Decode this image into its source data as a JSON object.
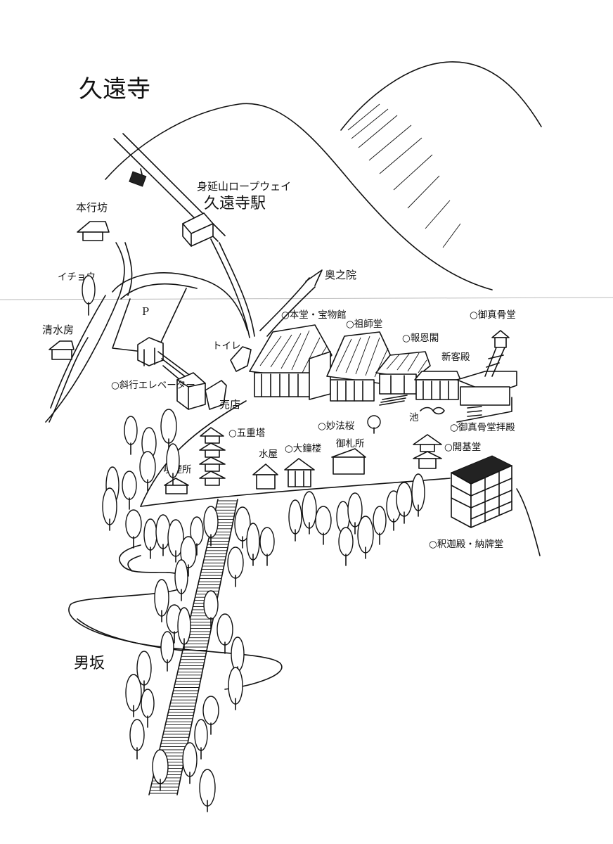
{
  "map": {
    "title": "久遠寺",
    "labels": {
      "ropeway_line1": "身延山ロープウェイ",
      "ropeway_line2": "久遠寺駅",
      "honkyobo": "本行坊",
      "icho": "イチョウ",
      "shimizubo": "清水房",
      "okunoin": "奥之院",
      "parking": "P",
      "toilet": "トイレ",
      "elevator": "○斜行エレベーター",
      "shop": "売店",
      "hondo": "○本堂・宝物館",
      "soshido": "○祖師堂",
      "hoonkaku": "○報恩閣",
      "goshinkotsudo": "○御真骨堂",
      "shinkyakuden": "新客殿",
      "pond": "池",
      "myohozakura": "○妙法桜",
      "goshinkotsudo_haiden": "○御真骨堂拝殿",
      "gojunoto": "○五重塔",
      "suiya": "水屋",
      "daishoro": "○大鐘楼",
      "gofudasho": "御札所",
      "kaikido": "○開基堂",
      "kitsuensho": "喫煙所",
      "shakaden": "○釈迦殿・納牌堂",
      "otokozaka": "男坂"
    },
    "icons": {
      "gondola": "gondola-icon",
      "tree": "tree-icon",
      "pagoda": "pagoda-icon",
      "temple": "temple-building-icon",
      "stairs": "stairs-icon"
    }
  }
}
